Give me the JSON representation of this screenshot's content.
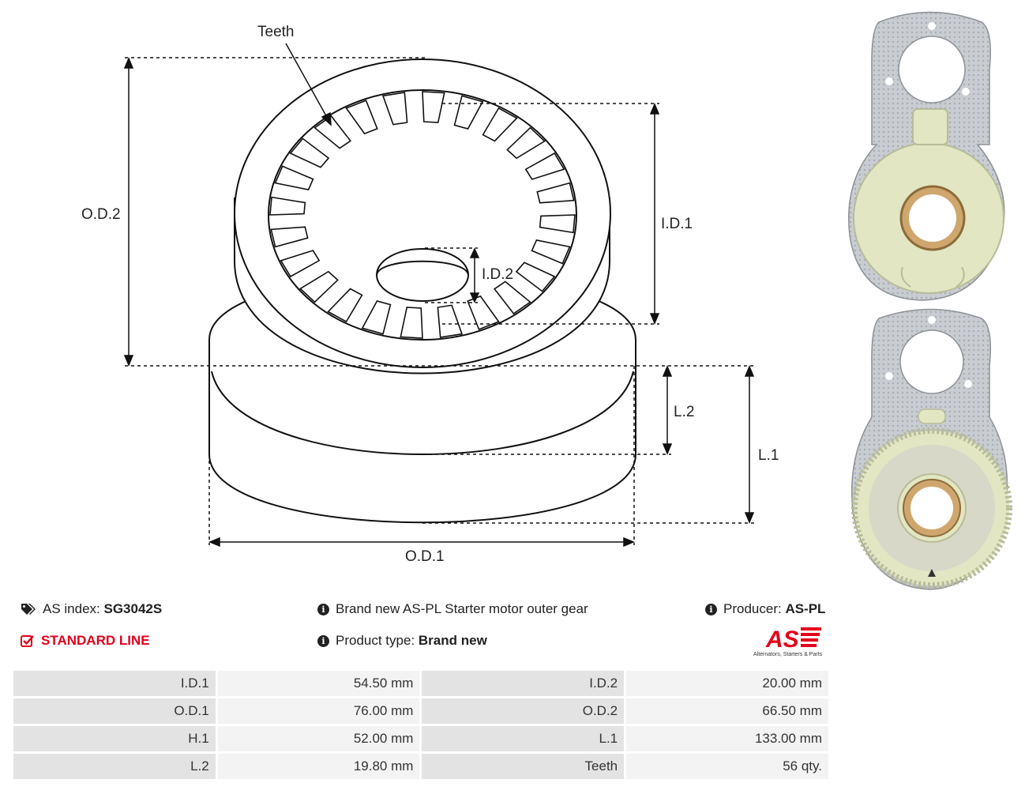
{
  "diagram": {
    "labels": {
      "teeth": "Teeth",
      "od2": "O.D.2",
      "id1": "I.D.1",
      "id2": "I.D.2",
      "l2": "L.2",
      "l1": "L.1",
      "od1": "O.D.1"
    }
  },
  "photos": {
    "top": "plate-with-gear-rear-view",
    "bottom": "plate-with-gear-front-view"
  },
  "info": {
    "as_index_label": "AS index:",
    "as_index_value": "SG3042S",
    "description": "Brand new AS-PL Starter motor outer gear",
    "producer_label": "Producer:",
    "producer_value": "AS-PL",
    "line": "STANDARD LINE",
    "product_type_label": "Product type:",
    "product_type_value": "Brand new",
    "logo_text": "AS",
    "logo_tagline": "Alternators, Starters & Parts",
    "line_color": "#e3001b"
  },
  "specs": {
    "rows": [
      {
        "k1": "I.D.1",
        "v1": "54.50 mm",
        "k2": "I.D.2",
        "v2": "20.00 mm"
      },
      {
        "k1": "O.D.1",
        "v1": "76.00 mm",
        "k2": "O.D.2",
        "v2": "66.50 mm"
      },
      {
        "k1": "H.1",
        "v1": "52.00 mm",
        "k2": "L.1",
        "v2": "133.00 mm"
      },
      {
        "k1": "L.2",
        "v1": "19.80 mm",
        "k2": "Teeth",
        "v2": "56 qty."
      }
    ]
  }
}
